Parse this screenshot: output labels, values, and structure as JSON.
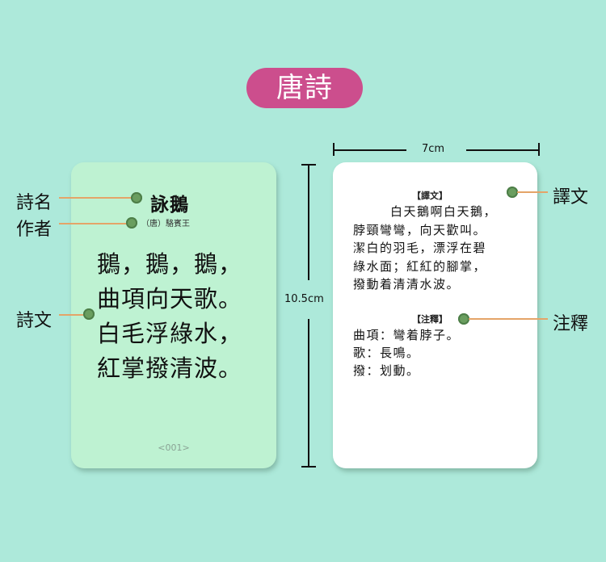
{
  "header": {
    "title": "唐詩"
  },
  "front_card": {
    "poem_title": "詠鵝",
    "author": "（唐）駱賓王",
    "lines": [
      "鵝，鵝，鵝，",
      "曲項向天歌。",
      "白毛浮綠水，",
      "紅掌撥清波。"
    ],
    "code": "<001>"
  },
  "back_card": {
    "translation_heading": "【譯文】",
    "translation_lines": [
      "白天鵝啊白天鵝，",
      "脖頸彎彎，向天歡叫。",
      "潔白的羽毛，漂浮在碧",
      "綠水面；紅紅的腳掌，",
      "撥動着清清水波。"
    ],
    "notes_heading": "【注釋】",
    "notes_lines": [
      "曲項：彎着脖子。",
      "歌：長鳴。",
      "撥：划動。"
    ]
  },
  "callouts": {
    "poem_name": "詩名",
    "author": "作者",
    "poem_text": "詩文",
    "translation": "譯文",
    "notes": "注釋"
  },
  "dimensions": {
    "width": "7cm",
    "height": "10.5cm"
  },
  "colors": {
    "background": "#ade9da",
    "title_pill": "#cc4e8d",
    "front_card": "#bef2d2",
    "back_card": "#ffffff",
    "connector_line": "#e4a468",
    "connector_dot": "#6a9e5f"
  }
}
